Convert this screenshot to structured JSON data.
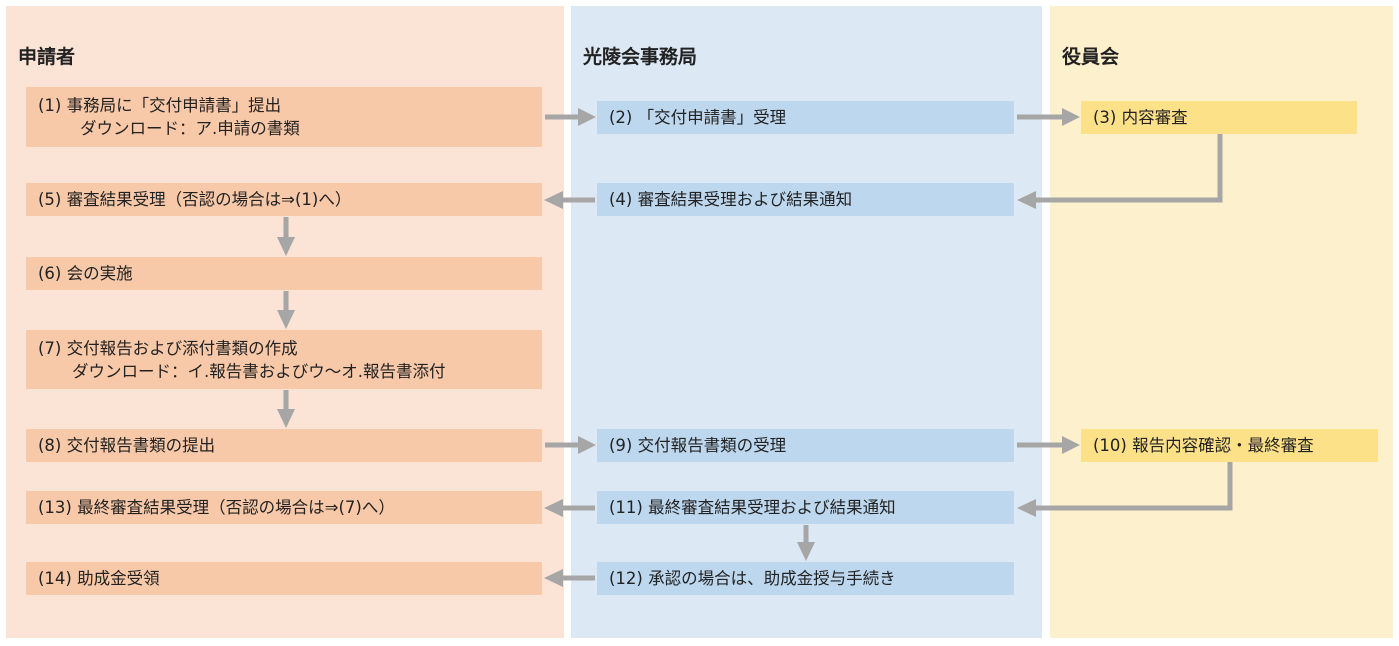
{
  "lanes": {
    "applicant": {
      "title": "申請者"
    },
    "office": {
      "title": "光陵会事務局"
    },
    "board": {
      "title": "役員会"
    }
  },
  "steps": {
    "s1": {
      "line1": "(1)  事務局に「交付申請書」提出",
      "line2": "ダウンロード：ア.申請の書類"
    },
    "s2": {
      "label": "(2) 「交付申請書」受理"
    },
    "s3": {
      "label": "(3) 内容審査"
    },
    "s4": {
      "label": "(4) 審査結果受理および結果通知"
    },
    "s5": {
      "label": "(5) 審査結果受理（否認の場合は⇒(1)へ）"
    },
    "s6": {
      "label": "(6) 会の実施"
    },
    "s7": {
      "line1": "(7) 交付報告および添付書類の作成",
      "line2": "ダウンロード：イ.報告書およびウ～オ.報告書添付"
    },
    "s8": {
      "label": "(8) 交付報告書類の提出"
    },
    "s9": {
      "label": "(9) 交付報告書類の受理"
    },
    "s10": {
      "label": "(10) 報告内容確認・最終審査"
    },
    "s11": {
      "label": "(11) 最終審査結果受理および結果通知"
    },
    "s12": {
      "label": "(12) 承認の場合は、助成金授与手続き"
    },
    "s13": {
      "label": "(13) 最終審査結果受理（否認の場合は⇒(7)へ）"
    },
    "s14": {
      "label": "(14) 助成金受領"
    }
  },
  "colors": {
    "applicant_lane": "#fbe4d6",
    "office_lane": "#dde8f5",
    "board_lane": "#fdf0cc",
    "applicant_box": "#f8c9a9",
    "office_box": "#bdd7ee",
    "board_box": "#fde189",
    "arrow": "#a6a6a6"
  }
}
